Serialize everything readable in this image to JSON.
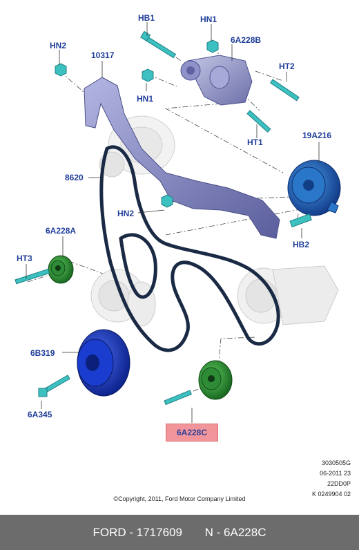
{
  "labels": {
    "hb1": "HB1",
    "hn1_top": "HN1",
    "a6a228b": "6A228B",
    "hn2_top": "HN2",
    "p10317": "10317",
    "ht2": "HT2",
    "hn1_mid": "HN1",
    "ht1": "HT1",
    "p19a216": "19A216",
    "p8620": "8620",
    "hn2_mid": "HN2",
    "hb2": "HB2",
    "a6a228a": "6A228A",
    "ht3": "HT3",
    "p6b319": "6B319",
    "p6a345": "6A345",
    "selected_part": "6A228C"
  },
  "meta": {
    "line1": "3030505G",
    "line2": "06-2011 23",
    "line3": "22DD0P",
    "line4": "K 0249904 02"
  },
  "copyright": "©Copyright, 2011, Ford Motor Company Limited",
  "footer": {
    "brand_part": "FORD - 1717609",
    "ref": "N - 6A228C"
  },
  "colors": {
    "label": "#1f3d9a",
    "bracket": "#8a8fc4",
    "belt": "#1a2a44",
    "pulley_green": "#2e9a3c",
    "pulley_blue": "#1636c8",
    "bolt_teal": "#3cc0c0",
    "highlight": "#f2959a",
    "footer_bg": "#6c6c6c"
  }
}
